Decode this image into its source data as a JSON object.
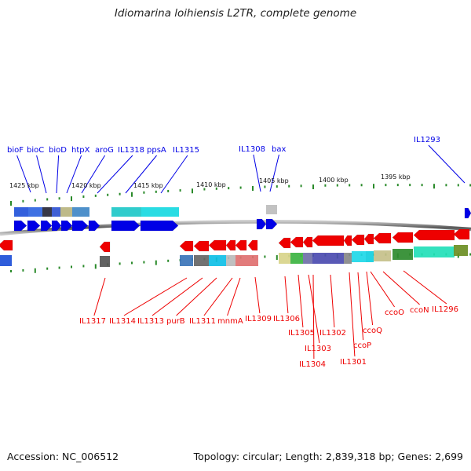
{
  "title": "Idiomarina loihiensis L2TR, complete genome",
  "footer": {
    "accession": "Accession: NC_006512",
    "summary": "Topology: circular; Length: 2,839,318 bp; Genes: 2,699"
  },
  "colors": {
    "forward": "#0000e6",
    "reverse": "#ee0000",
    "backbone": "#777777",
    "tick": "#2a8a2a"
  },
  "kbp_labels": [
    "1425 kbp",
    "1420 kbp",
    "1415 kbp",
    "1410 kbp",
    "1405 kbp",
    "1400 kbp",
    "1395 kbp"
  ],
  "top_labels": [
    "bioF",
    "bioC",
    "bioD",
    "htpX",
    "aroG",
    "IL1318",
    "ppsA",
    "IL1315",
    "IL1308",
    "bax",
    "IL1293"
  ],
  "bottom_labels": [
    "IL1317",
    "IL1314",
    "IL1313",
    "purB",
    "IL1311",
    "mnmA",
    "IL1309",
    "IL1306",
    "IL1305",
    "IL1303",
    "IL1304",
    "IL1302",
    "IL1301",
    "ccoP",
    "ccoQ",
    "ccoO",
    "ccoN",
    "IL1296"
  ]
}
